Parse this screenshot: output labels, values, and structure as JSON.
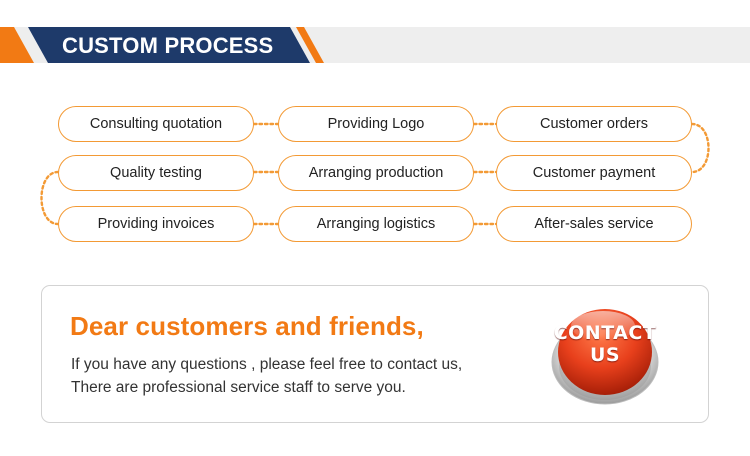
{
  "header": {
    "title": "CUSTOM PROCESS",
    "colors": {
      "navy": "#1e3a6a",
      "orange": "#f27a14",
      "grey": "#eeeeee"
    }
  },
  "process": {
    "steps": [
      {
        "label": "Consulting quotation"
      },
      {
        "label": "Providing Logo"
      },
      {
        "label": "Customer orders"
      },
      {
        "label": "Customer payment"
      },
      {
        "label": "Arranging production"
      },
      {
        "label": "Quality testing"
      },
      {
        "label": "Providing invoices"
      },
      {
        "label": "Arranging logistics"
      },
      {
        "label": "After-sales service"
      }
    ],
    "colors": {
      "border": "#f39a35",
      "connector": "#f39a35"
    }
  },
  "contact": {
    "greeting": "Dear customers and friends,",
    "message_line1": "If you have any questions , please feel free to contact us,",
    "message_line2": "There are professional service staff to serve you.",
    "button_line1": "CONTACT",
    "button_line2": "US",
    "button_icon": "contact-us-button-icon",
    "colors": {
      "button": "#e8401c",
      "greeting": "#f27a14"
    }
  }
}
